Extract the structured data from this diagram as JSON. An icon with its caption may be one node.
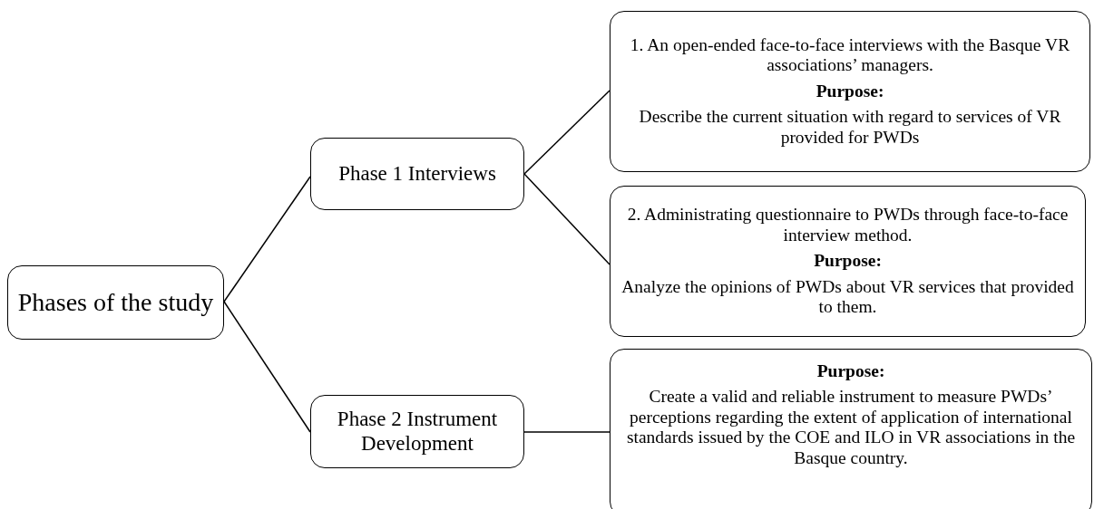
{
  "diagram": {
    "nodes": [
      {
        "text": [
          "Phases of the study"
        ]
      },
      {
        "text": [
          "Phase 1 Interviews"
        ]
      },
      {
        "text": [
          "Phase 2 Instrument Development"
        ]
      },
      {
        "text": [
          "1. An open-ended face-to-face interviews with the Basque VR associations’ managers.",
          "Purpose:",
          "Describe the current situation with regard to services of VR provided for PWDs"
        ]
      },
      {
        "text": [
          "2. Administrating questionnaire to PWDs through face-to-face interview method.",
          "Purpose:",
          "Analyze the opinions of PWDs about VR services that provided to them."
        ]
      },
      {
        "text": [
          "Purpose:",
          "Create a valid and reliable instrument to measure PWDs’ perceptions regarding the extent of application of international standards issued by the COE and ILO in VR associations in the Basque country."
        ]
      }
    ],
    "edges": [
      {
        "from": 0,
        "to": 1,
        "arrow": "none"
      },
      {
        "from": 0,
        "to": 2,
        "arrow": "none"
      },
      {
        "from": 1,
        "to": 3,
        "arrow": "none"
      },
      {
        "from": 1,
        "to": 4,
        "arrow": "none"
      },
      {
        "from": 2,
        "to": 5,
        "arrow": "none"
      }
    ]
  }
}
